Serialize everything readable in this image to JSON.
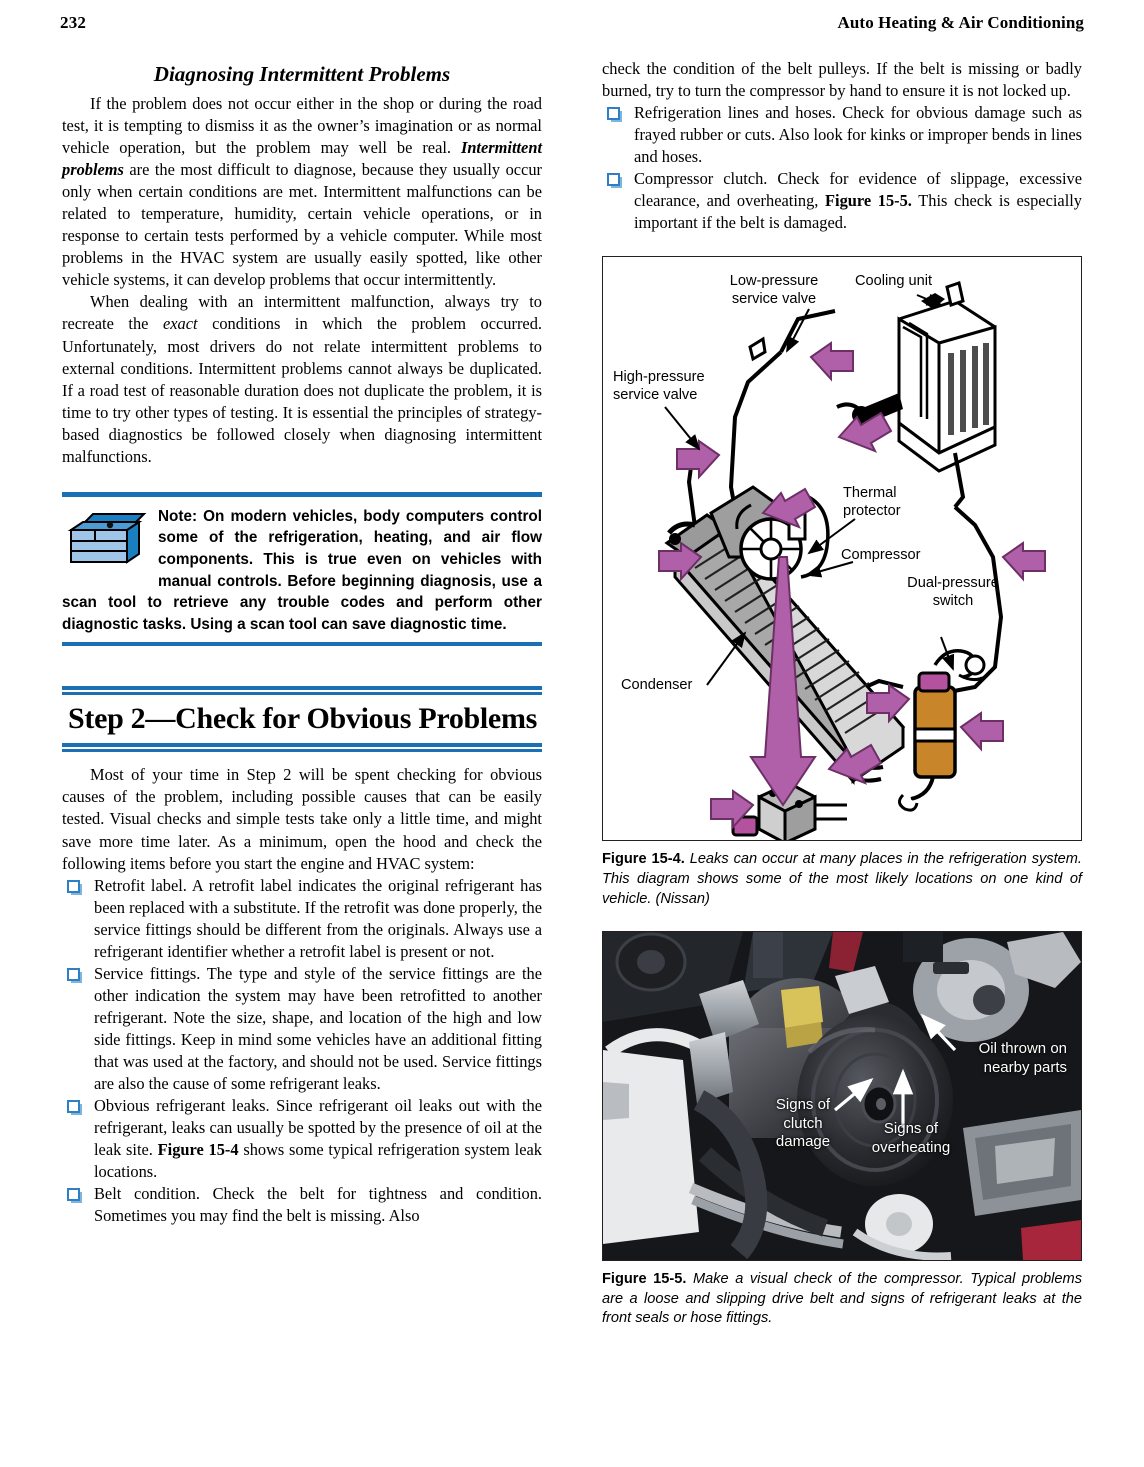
{
  "page": {
    "folio": "232",
    "book_title": "Auto Heating & Air Conditioning"
  },
  "left_column": {
    "section_heading": "Diagnosing Intermittent Problems",
    "paragraph_1": {
      "part_a": "If the problem does not occur either in the shop or during the road test, it is tempting to dismiss it as the owner’s imagination or as normal vehicle operation, but the problem may well be real. ",
      "emphasis": "Intermittent problems",
      "part_b": " are the most difficult to diagnose, because they usually occur only when certain conditions are met. Intermittent malfunctions can be related to temperature, humidity, certain vehicle operations, or in response to certain tests performed by a vehicle computer. While most problems in the HVAC system are usually easily spotted, like other vehicle systems, it can develop problems that occur intermittently."
    },
    "paragraph_2": {
      "part_a": "When dealing with an intermittent malfunction, always try to recreate the ",
      "emphasis": "exact",
      "part_b": " conditions in which the problem occurred. Unfortunately, most drivers do not relate intermittent problems to external conditions. Intermittent problems cannot always be duplicated. If a road test of reasonable duration does not duplicate the problem, it is time to try other types of testing. It is essential the principles of strategy-based diagnostics be followed closely when diagnosing intermittent malfunctions."
    },
    "note_box": {
      "icon": "toolbox-icon",
      "text": "Note: On modern vehicles, body computers control some of the refrigeration, heating, and air flow components. This is true even on vehicles with manual controls. Before beginning diagnosis, use a scan tool to retrieve any trouble codes and perform other diagnostic tasks. Using a scan tool can save diagnostic time.",
      "rule_color": "#1a6fb5"
    },
    "step_heading": "Step 2—Check for Obvious Problems",
    "paragraph_3": "Most of your time in Step 2 will be spent checking for obvious causes of the problem, including possible causes that can be easily tested. Visual checks and simple tests take only a little time, and might save more time later. As a minimum, open the hood and check the following items before you start the engine and HVAC system:",
    "checklist": [
      {
        "part_a": "Retrofit label. A retrofit label indicates the original refrigerant has been replaced with a substitute. If the retrofit was done properly, the service fittings should be different from the originals. Always use a refrigerant identifier whether a retrofit label is present or not.",
        "emphasis": "",
        "part_b": ""
      },
      {
        "part_a": "Service fittings. The type and style of the service fittings are the other indication the system may have been retrofitted to another refrigerant. Note the size, shape, and location of the high and low side fittings. Keep in mind some vehicles have an additional fitting that was used at the factory, and should not be used. Service fittings are also the cause of some refrigerant leaks.",
        "emphasis": "",
        "part_b": ""
      },
      {
        "part_a": "Obvious refrigerant leaks. Since refrigerant oil leaks out with the refrigerant, leaks can usually be spotted by the presence of oil at the leak site. ",
        "emphasis": "Figure 15-4",
        "part_b": " shows some typical refrigeration system leak locations."
      },
      {
        "part_a": "Belt condition. Check the belt for tightness and condition. Sometimes you may find the belt is missing. Also",
        "emphasis": "",
        "part_b": ""
      }
    ]
  },
  "right_column": {
    "continuation_text": "check the condition of the belt pulleys. If the belt is missing or badly burned, try to turn the compressor by hand to ensure it is not locked up.",
    "checklist": [
      {
        "part_a": "Refrigeration lines and hoses. Check for obvious damage such as frayed rubber or cuts. Also look for kinks or improper bends in lines and hoses.",
        "emphasis": "",
        "part_b": ""
      },
      {
        "part_a": "Compressor clutch. Check for evidence of slippage, excessive clearance, and overheating, ",
        "emphasis": "Figure 15-5.",
        "part_b": " This check is especially important if the belt is damaged."
      }
    ],
    "figure_15_4": {
      "caption_label": "Figure 15-4.",
      "caption_text": " Leaks can occur at many places in the refrigeration system. This diagram shows some of the most likely locations on one kind of vehicle. (Nissan)",
      "arrow_color": "#b060a8",
      "labels": [
        "Low-pressure\nservice valve",
        "Cooling unit",
        "High-pressure\nservice valve",
        "Thermal\nprotector",
        "Compressor",
        "Dual-pressure\nswitch",
        "Condenser"
      ]
    },
    "figure_15_5": {
      "caption_label": "Figure 15-5.",
      "caption_text": " Make a visual check of the compressor. Typical problems are a loose and slipping drive belt and signs of refrigerant leaks at the front seals or hose fittings.",
      "callouts": [
        "Oil thrown on\nnearby parts",
        "Signs of\nclutch\ndamage",
        "Signs of\noverheating"
      ]
    }
  }
}
